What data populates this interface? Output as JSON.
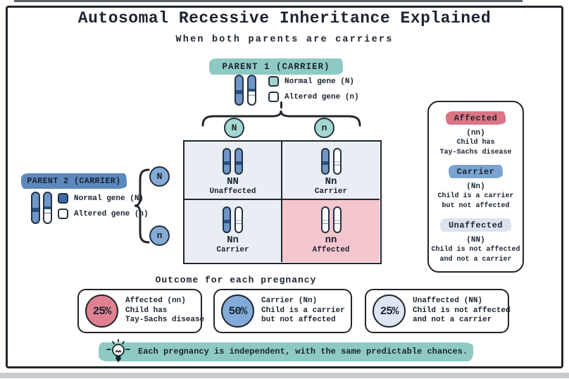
{
  "title": "Autosomal Recessive Inheritance Explained",
  "subtitle": "When both parents are carriers",
  "parent1": {
    "label": "PARENT 1 (CARRIER)",
    "legend": [
      {
        "label": "Normal gene (N)"
      },
      {
        "label": "Altered gene (n)"
      }
    ],
    "alleles": [
      "N",
      "n"
    ],
    "accent_color": "#8ecac3"
  },
  "parent2": {
    "label": "PARENT 2 (CARRIER)",
    "legend": [
      {
        "label": "Normal gene (N)"
      },
      {
        "label": "Altered gene (n)"
      }
    ],
    "alleles": [
      "N",
      "n"
    ],
    "accent_color": "#5d88bb"
  },
  "punnett": {
    "cells": [
      {
        "genotype": "NN",
        "phenotype": "Unaffected",
        "alleles": [
          "N",
          "N"
        ],
        "background": "#e9edf4"
      },
      {
        "genotype": "Nn",
        "phenotype": "Carrier",
        "alleles": [
          "N",
          "n"
        ],
        "background": "#e9edf4"
      },
      {
        "genotype": "Nn",
        "phenotype": "Carrier",
        "alleles": [
          "N",
          "n"
        ],
        "background": "#e9edf4"
      },
      {
        "genotype": "nn",
        "phenotype": "Affected",
        "alleles": [
          "n",
          "n"
        ],
        "background": "#f4c6ce"
      }
    ]
  },
  "side_panel": {
    "items": [
      {
        "title": "Affected",
        "genotype": "(nn)",
        "lines": [
          "Child has",
          "Tay-Sachs disease"
        ],
        "color": "#dd7484"
      },
      {
        "title": "Carrier",
        "genotype": "(Nn)",
        "lines": [
          "Child is a carrier",
          "but not affected"
        ],
        "color": "#7aa3d1"
      },
      {
        "title": "Unaffected",
        "genotype": "(NN)",
        "lines": [
          "Child is not affected",
          "and not a carrier"
        ],
        "color": "#dce3ef"
      }
    ]
  },
  "outcomes": {
    "heading": "Outcome for each pregnancy",
    "items": [
      {
        "percent": "25%",
        "title": "Affected (nn)",
        "lines": [
          "Child has",
          "Tay-Sachs disease"
        ],
        "color": "#e08191"
      },
      {
        "percent": "50%",
        "title": "Carrier (Nn)",
        "lines": [
          "Child is a carrier",
          "but not affected"
        ],
        "color": "#82abd9"
      },
      {
        "percent": "25%",
        "title": "Unaffected (NN)",
        "lines": [
          "Child is not affected",
          "and not a carrier"
        ],
        "color": "#dde6f2"
      }
    ]
  },
  "footnote": "Each pregnancy is independent, with the same predictable chances.",
  "icons": {
    "footnote": "lightbulb-icon",
    "parent1_grouping": "curly-brace-icon",
    "parent2_grouping": "curly-brace-icon"
  },
  "colors": {
    "teal_accent": "#8ecac3",
    "blue_accent": "#5d88bb",
    "pink_accent": "#dd7484",
    "punnett_light_cell": "#e9edf4",
    "punnett_pink_cell": "#f4c6ce",
    "chromosome_blue": "#6f96c8",
    "chromosome_band": "#27507f",
    "border": "#20262b"
  }
}
